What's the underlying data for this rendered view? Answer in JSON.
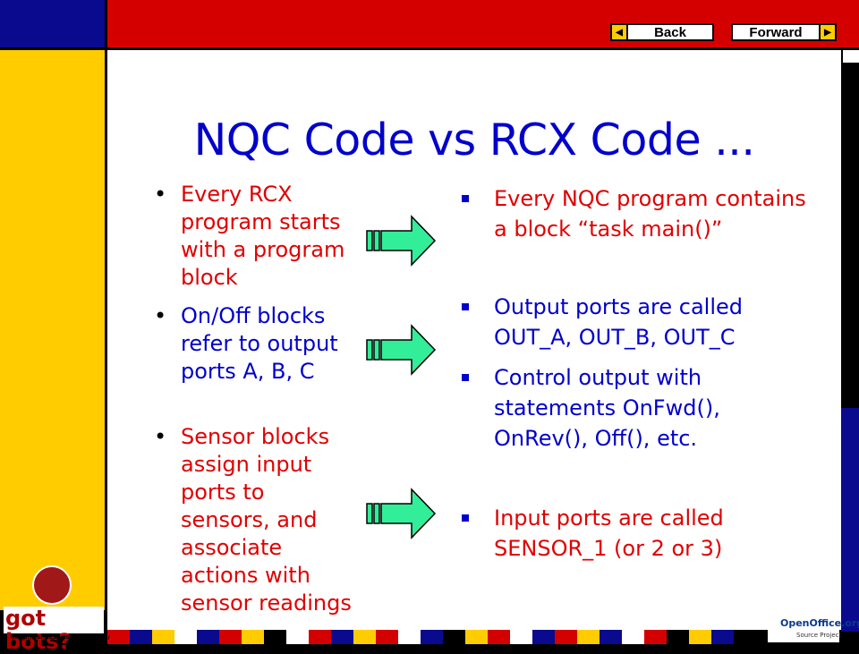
{
  "nav": {
    "back_label": "Back",
    "forward_label": "Forward"
  },
  "slide": {
    "title": "NQC Code vs RCX Code ...",
    "left_bullets": [
      {
        "lines": [
          "Every RCX",
          "program starts",
          "with a program",
          "block"
        ],
        "color": "#e00000"
      },
      {
        "lines": [
          "On/Off blocks",
          "refer to output",
          "ports A, B, C"
        ],
        "color": "#0000cc"
      },
      {
        "lines": [
          "Sensor blocks",
          "assign input",
          "ports to",
          "sensors, and",
          "associate",
          "actions with",
          "sensor readings"
        ],
        "color": "#e00000"
      }
    ],
    "right_bullets": [
      {
        "lines": [
          "Every NQC program contains",
          "a block “task main()”"
        ],
        "color": "#e00000"
      },
      {
        "lines": [
          "Output ports are called",
          "OUT_A, OUT_B, OUT_C"
        ],
        "color": "#0000cc"
      },
      {
        "lines": [
          "Control output with",
          "statements OnFwd(),",
          "OnRev(), Off(), etc."
        ],
        "color": "#0000cc"
      },
      {
        "lines": [
          "Input ports are called",
          "SENSOR_1 (or 2 or 3)"
        ],
        "color": "#e00000"
      }
    ]
  },
  "logos": {
    "gotbots_text": "got bots?",
    "gotbots_url": "http://isl.ecst.csuchico.edu/",
    "openoffice_text": "OpenOffice.org",
    "openoffice_sub": "Source Project"
  },
  "colors": {
    "title": "#0000cc",
    "frame_red": "#d40000",
    "frame_yellow": "#ffcc00",
    "frame_navy": "#0a0a8e",
    "arrow_fill": "#33ee99"
  },
  "icons": [
    "back-arrow-icon",
    "forward-arrow-icon",
    "double-arrow-icon"
  ]
}
